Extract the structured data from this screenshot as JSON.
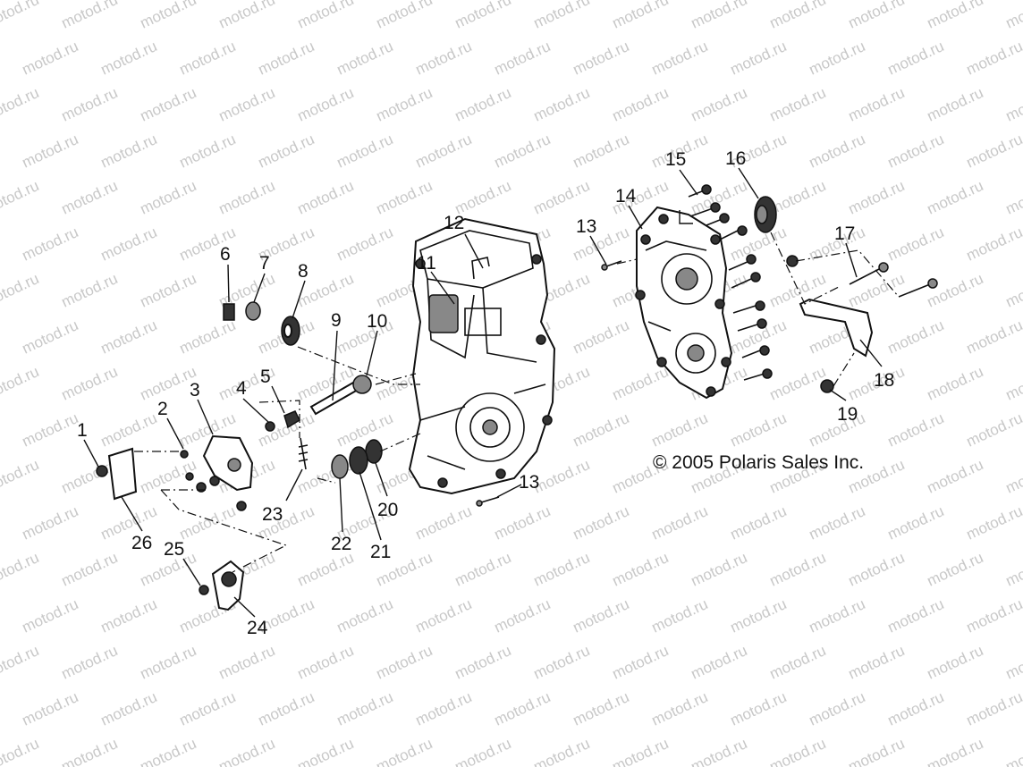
{
  "watermark": "motod.ru",
  "copyright": "© 2005 Polaris Sales Inc.",
  "callouts": [
    "1",
    "2",
    "3",
    "4",
    "5",
    "6",
    "7",
    "8",
    "9",
    "10",
    "11",
    "12",
    "13",
    "13",
    "14",
    "15",
    "16",
    "17",
    "18",
    "19",
    "20",
    "21",
    "22",
    "23",
    "24",
    "25",
    "26"
  ]
}
